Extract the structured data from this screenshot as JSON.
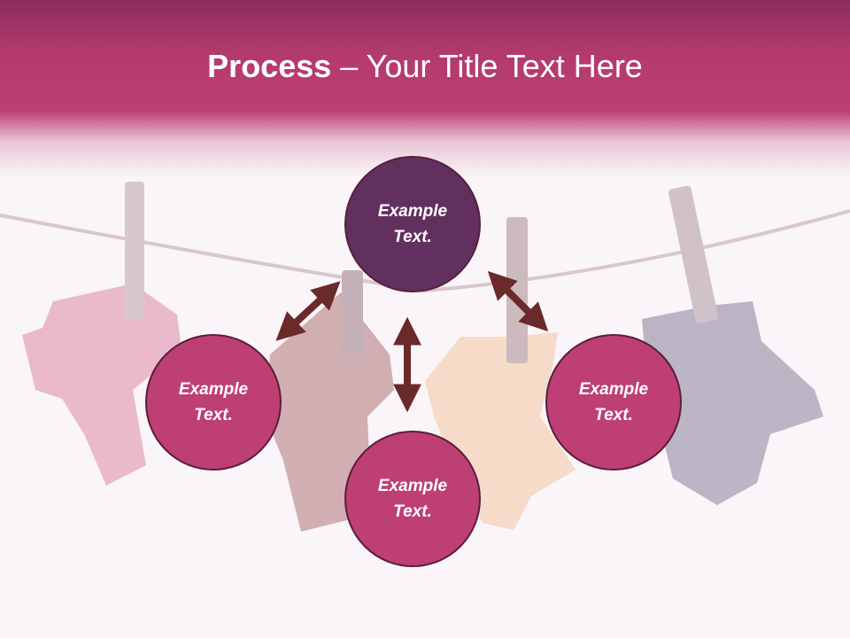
{
  "slide": {
    "title_bold": "Process",
    "title_rest": " – Your Title Text Here"
  },
  "nodes": {
    "top": "Example Text.",
    "left": "Example Text.",
    "right": "Example Text.",
    "bottom": "Example Text."
  },
  "colors": {
    "header": "#bd3f74",
    "node_primary": "#62305f",
    "node_secondary": "#be3f74",
    "arrow": "#6a2a2a",
    "background": "#faf5f8"
  }
}
